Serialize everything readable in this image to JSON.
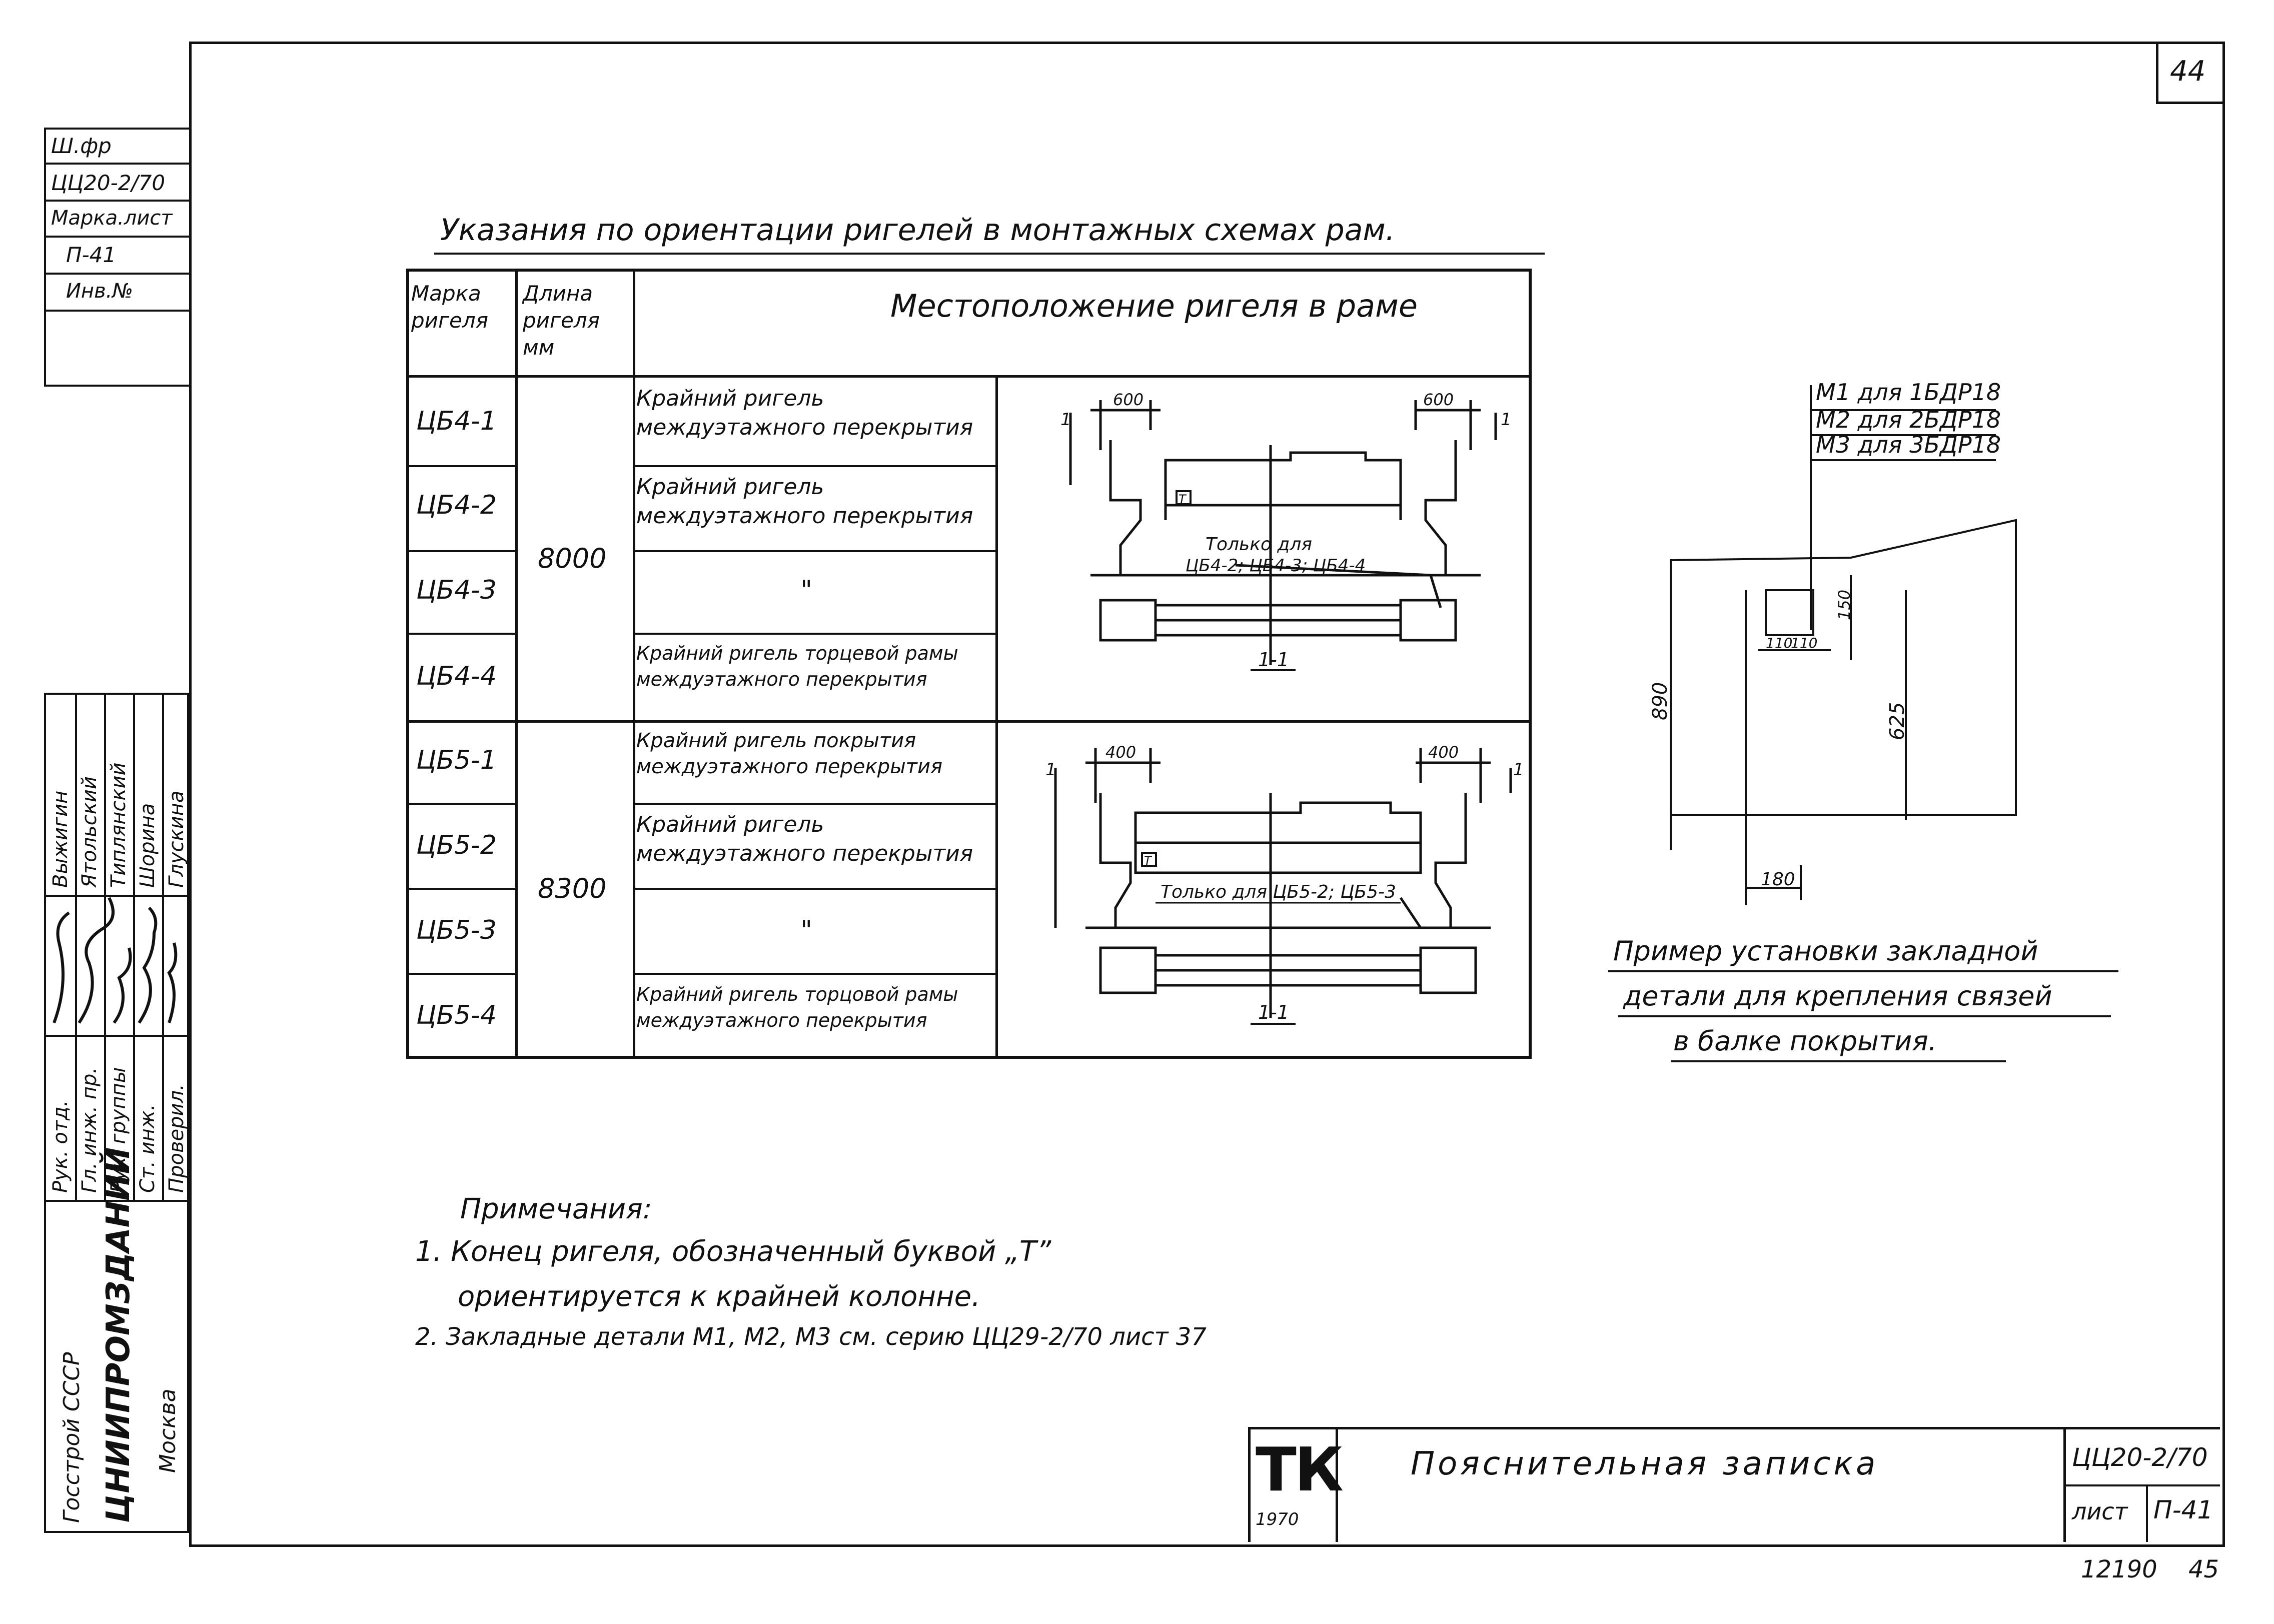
{
  "sheet": {
    "page_number": "44",
    "bottom_mark_1": "12190",
    "bottom_mark_2": "45"
  },
  "left_stamp": {
    "box": [
      "Ш.фр",
      "ЦЦ20-2/70",
      "Марка.лист",
      "П-41",
      "Инв.№"
    ],
    "roles": [
      "Рук. отд.",
      "Гл. инж. пр.",
      "Рук. группы",
      "Ст. инж.",
      "Проверил."
    ],
    "names": [
      "Выжигин",
      "Ятольский",
      "Типлянский",
      "Шорина",
      "Глускина"
    ],
    "org_1": "Госстрой СССР",
    "org_2": "ЦНИИПРОМЗДАНИЙ",
    "org_3": "Москва"
  },
  "main_title": "Указания по ориентации ригелей в монтажных схемах рам.",
  "table": {
    "headers": [
      "Марка ригеля",
      "Длина ригеля мм",
      "Местоположение ригеля в раме"
    ],
    "rows": [
      {
        "mark": "ЦБ4-1",
        "desc": "Крайний ригель междуэтажного перекрытия"
      },
      {
        "mark": "ЦБ4-2",
        "desc": "Крайний ригель междуэтажного перекрытия"
      },
      {
        "mark": "ЦБ4-3",
        "desc": "\""
      },
      {
        "mark": "ЦБ4-4",
        "desc": "Крайний ригель торцевой рамы междуэтажного перекрытия"
      },
      {
        "mark": "ЦБ5-1",
        "desc": "Крайний ригель покрытия междуэтажного перекрытия"
      },
      {
        "mark": "ЦБ5-2",
        "desc": "Крайний ригель междуэтажного перекрытия"
      },
      {
        "mark": "ЦБ5-3",
        "desc": "\""
      },
      {
        "mark": "ЦБ5-4",
        "desc": "Крайний ригель торцовой рамы междуэтажного перекрытия"
      }
    ],
    "lengths": [
      "8000",
      "8300"
    ],
    "diagram_1": {
      "dim_left": "600",
      "dim_right": "600",
      "note_1": "Только для",
      "note_2": "ЦБ4-2; ЦБ4-3; ЦБ4-4",
      "section": "1-1",
      "cut": "1",
      "letter": "Т"
    },
    "diagram_2": {
      "dim_left": "400",
      "dim_right": "400",
      "note": "Только для ЦБ5-2; ЦБ5-3",
      "section": "1-1",
      "cut": "1",
      "letter": "Т"
    }
  },
  "detail": {
    "labels": [
      "М1 для 1БДР18",
      "М2 для 2БДР18",
      "М3 для 3БДР18"
    ],
    "dims": {
      "height": "890",
      "d150": "150",
      "d625": "625",
      "d110a": "110",
      "d110b": "110",
      "d180": "180"
    },
    "caption": [
      "Пример установки закладной",
      "детали для крепления связей",
      "в балке покрытия."
    ]
  },
  "notes": {
    "heading": "Примечания:",
    "items": [
      "1. Конец ригеля, обозначенный буквой „Т”",
      "ориентируется к крайней колонне.",
      "2. Закладные детали М1, М2, М3 см. серию ЦЦ29-2/70 лист 37"
    ]
  },
  "title_block": {
    "logo": "ТК",
    "year": "1970",
    "title": "Пояснительная записка",
    "code": "ЦЦ20-2/70",
    "sheet_label": "лист",
    "sheet_value": "П-41"
  }
}
